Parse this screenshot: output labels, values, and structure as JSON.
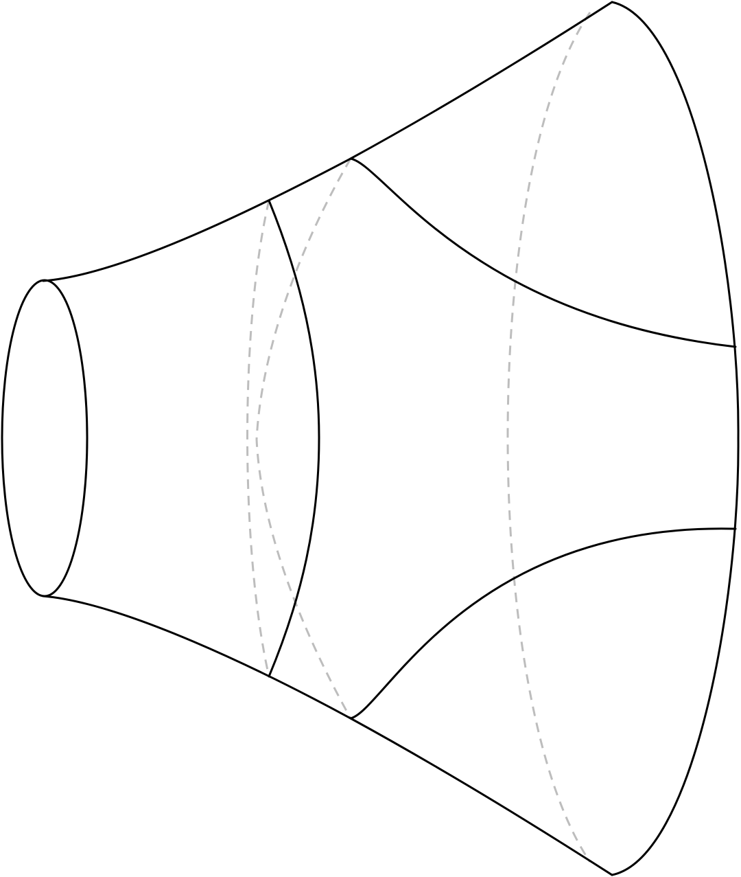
{
  "figure": {
    "type": "surface-diagram",
    "description_visible_text": "",
    "colors": {
      "background": "#ffffff",
      "outline": "#000000",
      "hidden_lines": "#bdbdbd"
    },
    "line_styles": {
      "visible": "solid",
      "hidden": "dashed"
    },
    "components": [
      "left-boundary-circle",
      "right-boundary-circle",
      "top-silhouette",
      "bottom-silhouette",
      "middle-cut-curve",
      "upper-saddle-curve",
      "lower-saddle-curve",
      "hidden-curves"
    ]
  }
}
